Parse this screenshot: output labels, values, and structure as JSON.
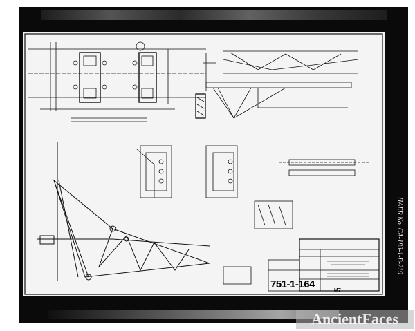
{
  "drawing": {
    "sheet_number": "751-1-164",
    "sheet_mark": "M7",
    "archive_reference": "HAER No. CA-183-1-B-219",
    "watermark": "AncientFaces"
  },
  "colors": {
    "frame": "#0a0a0a",
    "paper": "#f4f4f4",
    "ink": "#111111"
  }
}
